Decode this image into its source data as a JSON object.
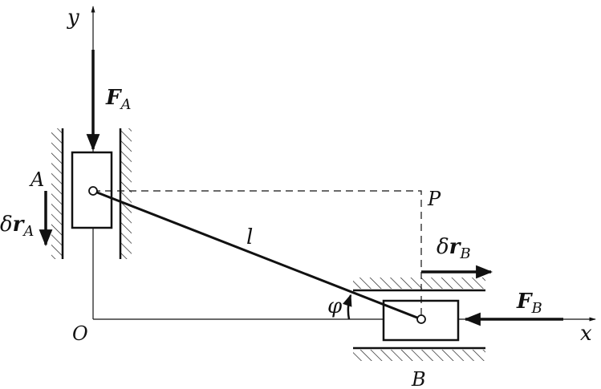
{
  "labels": {
    "y_axis": "y",
    "x_axis": "x",
    "origin": "O",
    "point_a": "A",
    "point_b": "B",
    "point_p": "P",
    "rod_length": "l",
    "angle": "φ",
    "force_a": {
      "main": "F",
      "sub": "A"
    },
    "force_b": {
      "main": "F",
      "sub": "B"
    },
    "virtual_disp_a": {
      "delta": "δ",
      "main": "r",
      "sub": "A"
    },
    "virtual_disp_b": {
      "delta": "δ",
      "main": "r",
      "sub": "B"
    }
  },
  "colors": {
    "ink": "#111111",
    "background": "#ffffff"
  }
}
